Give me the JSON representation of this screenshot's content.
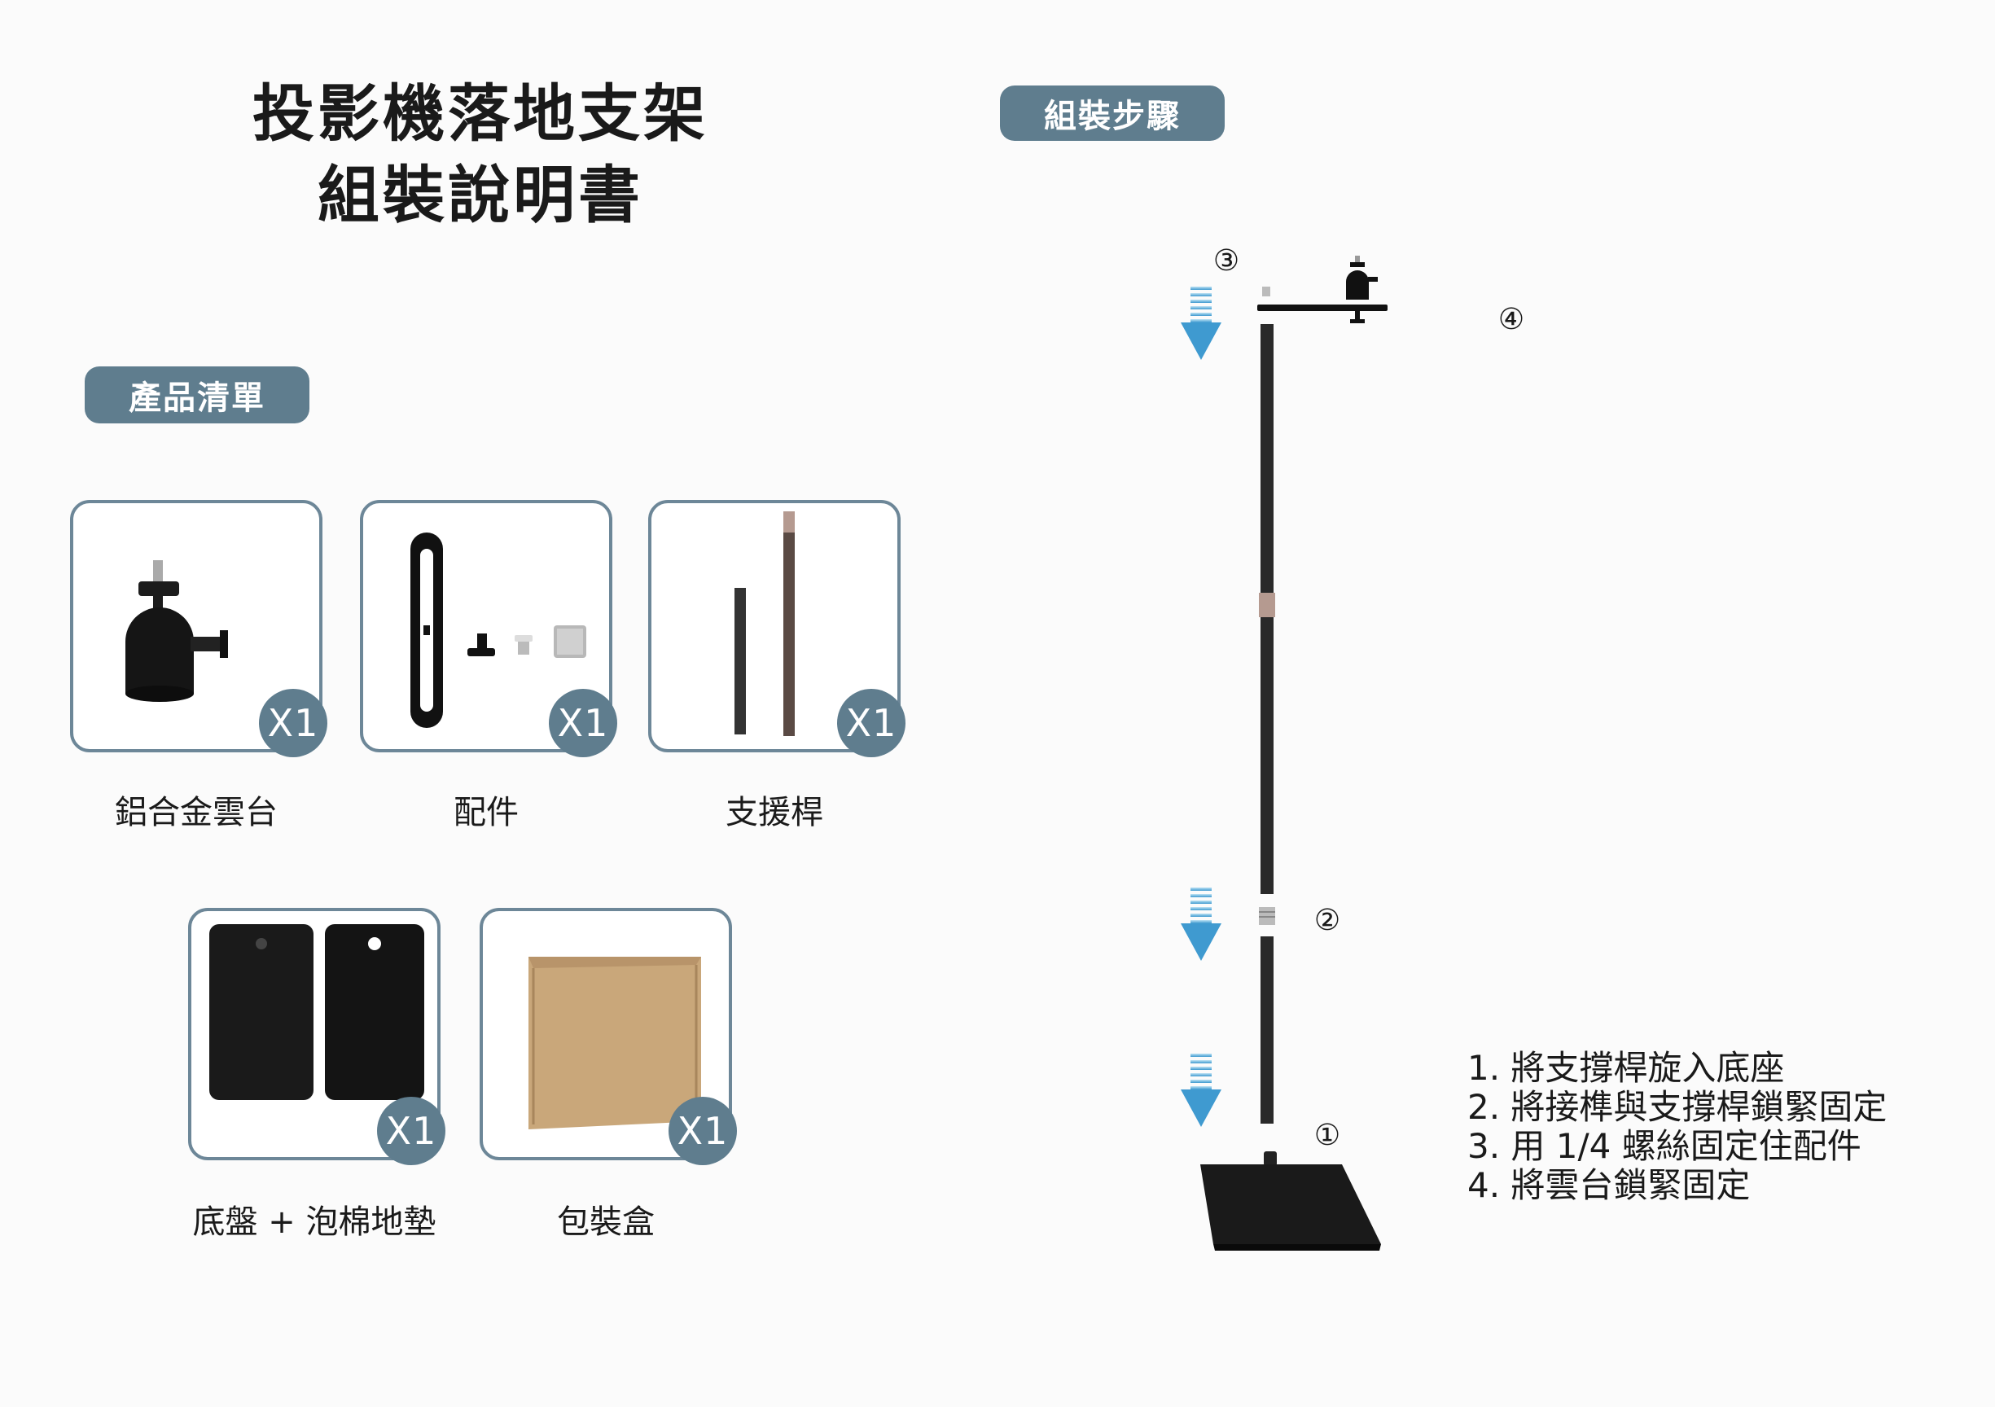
{
  "title": {
    "line1": "投影機落地支架",
    "line2": "組裝說明書"
  },
  "product_list": {
    "label": "產品清單",
    "items": [
      {
        "name": "鋁合金雲台",
        "qty": "X1",
        "icon": "ball-head-icon"
      },
      {
        "name": "配件",
        "qty": "X1",
        "icon": "accessories-icon"
      },
      {
        "name": "支援桿",
        "qty": "X1",
        "icon": "rods-icon"
      },
      {
        "name": "底盤 + 泡棉地墊",
        "qty": "X1",
        "icon": "base-plates-icon"
      },
      {
        "name": "包裝盒",
        "qty": "X1",
        "icon": "box-icon"
      }
    ]
  },
  "assembly": {
    "label": "組裝步驟",
    "markers": [
      "①",
      "②",
      "③",
      "④"
    ],
    "instructions": [
      "1. 將支撐桿旋入底座",
      "2. 將接榫與支撐桿鎖緊固定",
      "3. 用 1/4 螺絲固定住配件",
      "4. 將雲台鎖緊固定"
    ],
    "colors": {
      "pill": "#5f7d8e",
      "arrow": "#4a9fd0",
      "rod": "#2a2a2a",
      "collar": "#b59a90"
    }
  }
}
